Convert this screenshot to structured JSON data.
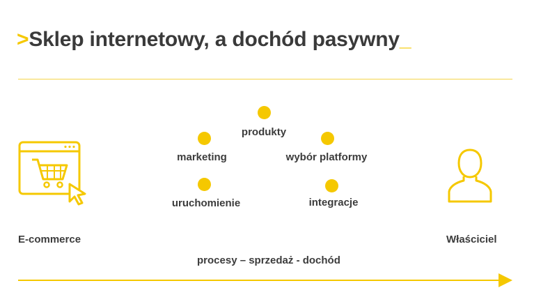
{
  "slide": {
    "title_prefix": ">",
    "title_text": "Sklep internetowy, a dochód pasywny",
    "title_suffix": "_"
  },
  "cycle": {
    "items": [
      {
        "label": "produkty"
      },
      {
        "label": "marketing"
      },
      {
        "label": "wybór platformy"
      },
      {
        "label": "uruchomienie"
      },
      {
        "label": "integracje"
      }
    ]
  },
  "left": {
    "label": "E-commerce",
    "icon": "shopping-cart-browser-icon"
  },
  "right": {
    "label": "Właściciel",
    "icon": "user-icon"
  },
  "flow": {
    "label": "procesy – sprzedaż - dochód"
  },
  "colors": {
    "accent": "#f5c800",
    "text": "#3c3c3c"
  }
}
